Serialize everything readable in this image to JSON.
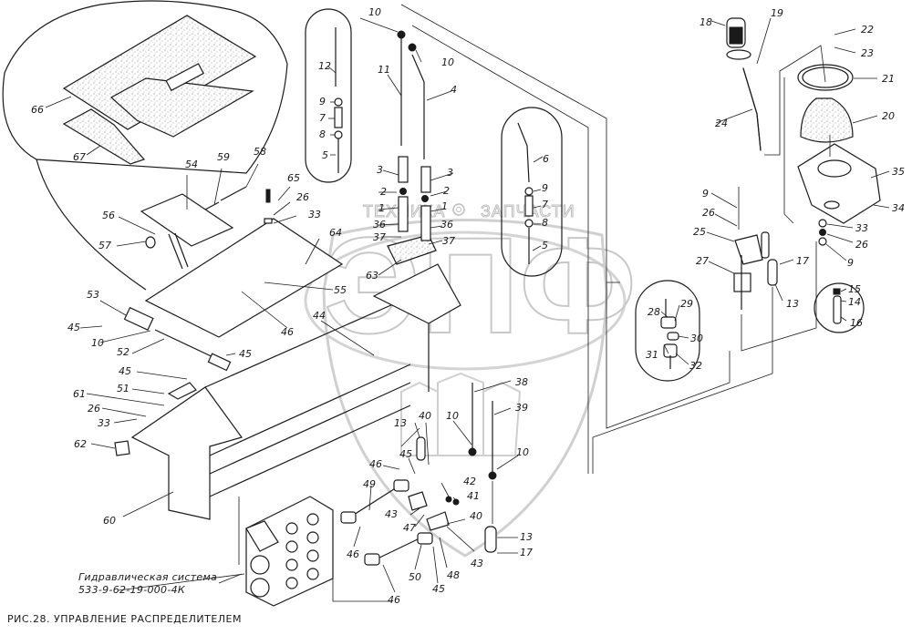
{
  "figure": {
    "caption": "РИС.28. УПРАВЛЕНИЕ   РАСПРЕДЕЛИТЕЛЕМ",
    "note_line1": "Гидравлическая система",
    "note_line2": "533-9-62-19-000-4К"
  },
  "watermark": {
    "left_word": "ТЕХНИКА",
    "right_word": "ЗАПЧАСТИ",
    "logo_letters": "ЭПФ"
  },
  "callouts": [
    {
      "id": "c66",
      "text": "66"
    },
    {
      "id": "c67",
      "text": "67"
    },
    {
      "id": "c54",
      "text": "54"
    },
    {
      "id": "c59",
      "text": "59"
    },
    {
      "id": "c58",
      "text": "58"
    },
    {
      "id": "c65",
      "text": "65"
    },
    {
      "id": "c26a",
      "text": "26"
    },
    {
      "id": "c33a",
      "text": "33"
    },
    {
      "id": "c56",
      "text": "56"
    },
    {
      "id": "c57",
      "text": "57"
    },
    {
      "id": "c64",
      "text": "64"
    },
    {
      "id": "c55",
      "text": "55"
    },
    {
      "id": "c46a",
      "text": "46"
    },
    {
      "id": "c53",
      "text": "53"
    },
    {
      "id": "c45a",
      "text": "45"
    },
    {
      "id": "c10a",
      "text": "10"
    },
    {
      "id": "c52",
      "text": "52"
    },
    {
      "id": "c45b",
      "text": "45"
    },
    {
      "id": "c44",
      "text": "44"
    },
    {
      "id": "c45c",
      "text": "45"
    },
    {
      "id": "c51",
      "text": "51"
    },
    {
      "id": "c61",
      "text": "61"
    },
    {
      "id": "c26b",
      "text": "26"
    },
    {
      "id": "c33b",
      "text": "33"
    },
    {
      "id": "c62",
      "text": "62"
    },
    {
      "id": "c60",
      "text": "60"
    },
    {
      "id": "c12",
      "text": "12"
    },
    {
      "id": "c9a",
      "text": "9"
    },
    {
      "id": "c7a",
      "text": "7"
    },
    {
      "id": "c8a",
      "text": "8"
    },
    {
      "id": "c5a",
      "text": "5"
    },
    {
      "id": "c10b",
      "text": "10"
    },
    {
      "id": "c10c",
      "text": "10"
    },
    {
      "id": "c11",
      "text": "11"
    },
    {
      "id": "c4",
      "text": "4"
    },
    {
      "id": "c3a",
      "text": "3"
    },
    {
      "id": "c3b",
      "text": "3"
    },
    {
      "id": "c2a",
      "text": "2"
    },
    {
      "id": "c2b",
      "text": "2"
    },
    {
      "id": "c1a",
      "text": "1"
    },
    {
      "id": "c1b",
      "text": "1"
    },
    {
      "id": "c36a",
      "text": "36"
    },
    {
      "id": "c36b",
      "text": "36"
    },
    {
      "id": "c37a",
      "text": "37"
    },
    {
      "id": "c37b",
      "text": "37"
    },
    {
      "id": "c63",
      "text": "63"
    },
    {
      "id": "c6",
      "text": "6"
    },
    {
      "id": "c9b",
      "text": "9"
    },
    {
      "id": "c7b",
      "text": "7"
    },
    {
      "id": "c8b",
      "text": "8"
    },
    {
      "id": "c5b",
      "text": "5"
    },
    {
      "id": "c38",
      "text": "38"
    },
    {
      "id": "c39",
      "text": "39"
    },
    {
      "id": "c13a",
      "text": "13"
    },
    {
      "id": "c40a",
      "text": "40"
    },
    {
      "id": "c10d",
      "text": "10"
    },
    {
      "id": "c10e",
      "text": "10"
    },
    {
      "id": "c45d",
      "text": "45"
    },
    {
      "id": "c46b",
      "text": "46"
    },
    {
      "id": "c49",
      "text": "49"
    },
    {
      "id": "c42",
      "text": "42"
    },
    {
      "id": "c41",
      "text": "41"
    },
    {
      "id": "c43a",
      "text": "43"
    },
    {
      "id": "c47",
      "text": "47"
    },
    {
      "id": "c40b",
      "text": "40"
    },
    {
      "id": "c13b",
      "text": "13"
    },
    {
      "id": "c17a",
      "text": "17"
    },
    {
      "id": "c43b",
      "text": "43"
    },
    {
      "id": "c48",
      "text": "48"
    },
    {
      "id": "c46c",
      "text": "46"
    },
    {
      "id": "c50",
      "text": "50"
    },
    {
      "id": "c45e",
      "text": "45"
    },
    {
      "id": "c46d",
      "text": "46"
    },
    {
      "id": "c18",
      "text": "18"
    },
    {
      "id": "c19",
      "text": "19"
    },
    {
      "id": "c22",
      "text": "22"
    },
    {
      "id": "c23",
      "text": "23"
    },
    {
      "id": "c21",
      "text": "21"
    },
    {
      "id": "c20",
      "text": "20"
    },
    {
      "id": "c24",
      "text": "24"
    },
    {
      "id": "c35",
      "text": "35"
    },
    {
      "id": "c34",
      "text": "34"
    },
    {
      "id": "c9c",
      "text": "9"
    },
    {
      "id": "c26c",
      "text": "26"
    },
    {
      "id": "c25",
      "text": "25"
    },
    {
      "id": "c33c",
      "text": "33"
    },
    {
      "id": "c26d",
      "text": "26"
    },
    {
      "id": "c9d",
      "text": "9"
    },
    {
      "id": "c27",
      "text": "27"
    },
    {
      "id": "c17b",
      "text": "17"
    },
    {
      "id": "c13c",
      "text": "13"
    },
    {
      "id": "c15",
      "text": "15"
    },
    {
      "id": "c14",
      "text": "14"
    },
    {
      "id": "c16",
      "text": "16"
    },
    {
      "id": "c28",
      "text": "28"
    },
    {
      "id": "c29",
      "text": "29"
    },
    {
      "id": "c30",
      "text": "30"
    },
    {
      "id": "c31",
      "text": "31"
    },
    {
      "id": "c32",
      "text": "32"
    }
  ]
}
